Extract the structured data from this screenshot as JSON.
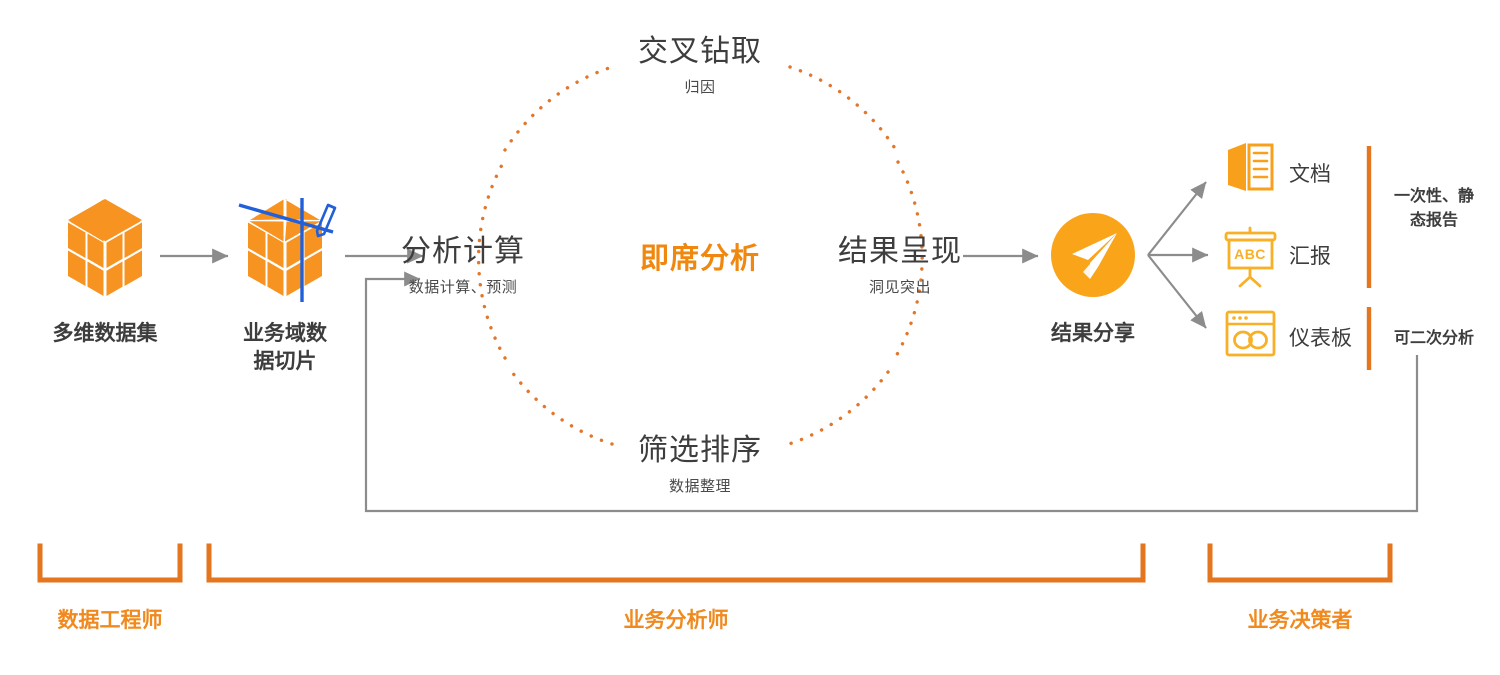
{
  "meta": {
    "diagram_title": "即席分析流程图",
    "colors": {
      "orange": "#F79321",
      "orange_bright": "#FAA41A",
      "orange_text": "#F0870E",
      "orange_bracket": "#E3761E",
      "orange_dot": "#E2762B",
      "blue": "#2160D8",
      "gray_arrow": "#8C8C8C",
      "text_dark": "#3d3d3d"
    }
  },
  "pipeline": {
    "nodes": [
      {
        "id": "dataset",
        "caption": "多维数据集",
        "icon": "cube-icon"
      },
      {
        "id": "slice",
        "caption": "业务域数\n据切片",
        "icon": "cube-slice-icon"
      },
      {
        "id": "share",
        "caption": "结果分享",
        "icon": "paper-plane-icon"
      }
    ],
    "node_captions": {
      "dataset": "多维数据集",
      "slice_line1": "业务域数",
      "slice_line2": "据切片",
      "share": "结果分享"
    }
  },
  "cycle": {
    "center_label": "即席分析",
    "stages": [
      {
        "id": "cross-drill",
        "title": "交叉钻取",
        "subtitle": "归因",
        "position": "top"
      },
      {
        "id": "analysis",
        "title": "分析计算",
        "subtitle": "数据计算、预测",
        "position": "left"
      },
      {
        "id": "present",
        "title": "结果呈现",
        "subtitle": "洞见突出",
        "position": "right"
      },
      {
        "id": "filter-sort",
        "title": "筛选排序",
        "subtitle": "数据整理",
        "position": "bottom"
      }
    ]
  },
  "outputs": [
    {
      "id": "document",
      "label": "文档",
      "icon": "open-book-icon"
    },
    {
      "id": "report",
      "label": "汇报",
      "icon": "presentation-board-abc-icon",
      "icon_text": "ABC"
    },
    {
      "id": "dashboard",
      "label": "仪表板",
      "icon": "browser-link-icon"
    }
  ],
  "notes": [
    {
      "id": "static-report",
      "line1": "一次性、静",
      "line2": "态报告"
    },
    {
      "id": "reanalyzable",
      "line1": "可二次分析",
      "line2": ""
    }
  ],
  "roles": [
    {
      "id": "data-engineer",
      "label": "数据工程师"
    },
    {
      "id": "business-analyst",
      "label": "业务分析师"
    },
    {
      "id": "decision-maker",
      "label": "业务决策者"
    }
  ]
}
